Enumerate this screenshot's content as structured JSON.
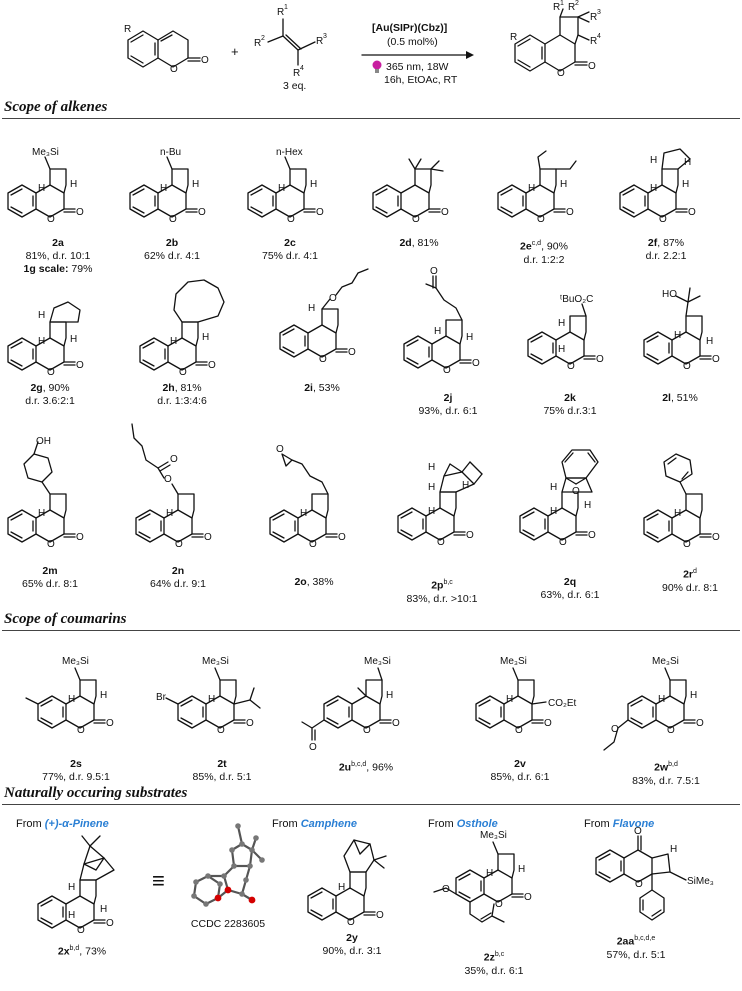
{
  "reaction": {
    "catalyst": "[Au(SIPr)(Cbz)]",
    "loading": "(0.5 mol%)",
    "light": "365 nm, 18W",
    "conditions": "16h, EtOAc, RT",
    "equiv": "3 eq.",
    "plus": "+",
    "labels": {
      "R": "R",
      "R1": "R",
      "R2": "R",
      "R3": "R",
      "R4": "R",
      "n1": "1",
      "n2": "2",
      "n3": "3",
      "n4": "4",
      "O": "O"
    }
  },
  "sections": {
    "alkenes": "Scope of alkenes",
    "coumarins": "Scope of coumarins",
    "natural": "Naturally occuring substrates"
  },
  "compounds": {
    "2a": {
      "id": "2a",
      "line1": "81%, d.r. 10:1",
      "line2_bold": "1g scale:",
      "line2": " 79%"
    },
    "2b": {
      "id": "2b",
      "line1": "62% d.r. 4:1"
    },
    "2c": {
      "id": "2c",
      "line1": "75% d.r. 4:1"
    },
    "2d": {
      "id": "2d",
      "rest": ", 81%"
    },
    "2e": {
      "id": "2e",
      "sup": "c,d",
      "rest": ", 90%",
      "line1": "d.r. 1:2:2"
    },
    "2f": {
      "id": "2f",
      "rest": ", 87%",
      "line1": "d.r. 2.2:1"
    },
    "2g": {
      "id": "2g",
      "rest": ", 90%",
      "line1": "d.r. 3.6:2:1"
    },
    "2h": {
      "id": "2h",
      "rest": ", 81%",
      "line1": "d.r. 1:3:4:6"
    },
    "2i": {
      "id": "2i",
      "rest": ", 53%"
    },
    "2j": {
      "id": "2j",
      "line1": "93%, d.r. 6:1"
    },
    "2k": {
      "id": "2k",
      "line1": "75% d.r.3:1"
    },
    "2l": {
      "id": "2l",
      "rest": ", 51%"
    },
    "2m": {
      "id": "2m",
      "line1": "65% d.r. 8:1"
    },
    "2n": {
      "id": "2n",
      "line1": "64% d.r. 9:1"
    },
    "2o": {
      "id": "2o",
      "rest": ", 38%"
    },
    "2p": {
      "id": "2p",
      "sup": "b,c",
      "line1": "83%, d.r. >10:1"
    },
    "2q": {
      "id": "2q",
      "line1": "63%, d.r. 6:1"
    },
    "2r": {
      "id": "2r",
      "sup": "d",
      "line1": "90% d.r. 8:1"
    },
    "2s": {
      "id": "2s",
      "line1": "77%, d.r. 9.5:1"
    },
    "2t": {
      "id": "2t",
      "line1": "85%, d.r. 5:1"
    },
    "2u": {
      "id": "2u",
      "sup": "b,c,d",
      "rest": ", 96%"
    },
    "2v": {
      "id": "2v",
      "line1": "85%, d.r. 6:1"
    },
    "2w": {
      "id": "2w",
      "sup": "b,d",
      "line1": "83%, d.r. 7.5:1"
    },
    "2x": {
      "id": "2x",
      "sup": "b,d",
      "rest": ", 73%"
    },
    "2y": {
      "id": "2y",
      "line1": "90%, d.r. 3:1"
    },
    "2z": {
      "id": "2z",
      "sup": "b,c",
      "line1": "35%, d.r. 6:1"
    },
    "2aa": {
      "id": "2aa",
      "sup": "b,c,d,e",
      "line1": "57%, d.r. 5:1"
    }
  },
  "natural": {
    "from": "From ",
    "pinene": "(+)-α-Pinene",
    "camphene": "Camphene",
    "osthole": "Osthole",
    "flavone": "Flavone",
    "ccdc": "CCDC  2283605",
    "equiv_symbol": "≡"
  },
  "substituents": {
    "tms": "Me₃Si",
    "tms_right": "SiMe₃",
    "nbu": "n-Bu",
    "nhex": "n-Hex",
    "tbuo2c": "ᵗBuO₂C",
    "co2et": "CO₂Et",
    "ho": "HO",
    "oh": "OH",
    "br": "Br",
    "h": "H",
    "o": "O"
  },
  "colors": {
    "accent": "#2a7fd4",
    "oxygen_atom": "#d40000",
    "text": "#111111",
    "rule": "#444444"
  }
}
